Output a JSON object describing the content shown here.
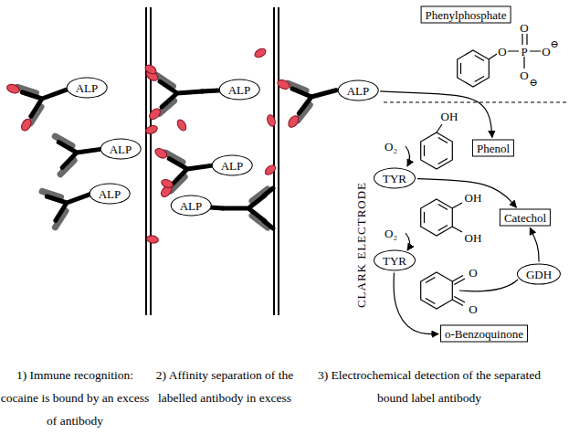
{
  "diagram": {
    "nodes": [
      {
        "text": [
          "ALP"
        ]
      },
      {
        "text": [
          "ALP"
        ]
      },
      {
        "text": [
          "ALP"
        ]
      },
      {
        "text": [
          "ALP"
        ]
      },
      {
        "text": [
          "ALP"
        ]
      },
      {
        "text": [
          "ALP"
        ]
      },
      {
        "text": [
          "ALP"
        ]
      },
      {
        "text": [
          "Phenylphosphate"
        ]
      },
      {
        "text": [
          "Phenol"
        ]
      },
      {
        "text": [
          "TYR"
        ]
      },
      {
        "text": [
          "Catechol"
        ]
      },
      {
        "text": [
          "TYR"
        ]
      },
      {
        "text": [
          "GDH"
        ]
      },
      {
        "text": [
          "o-Benzoquinone"
        ]
      }
    ],
    "edges": [
      {
        "from": 6,
        "to": 8,
        "arrow": "to"
      },
      {
        "from": 9,
        "to": 10,
        "arrow": "to"
      },
      {
        "from": 11,
        "to": 13,
        "arrow": "to"
      },
      {
        "from": 12,
        "to": 10,
        "arrow": "to"
      }
    ],
    "labels": [
      "O",
      "P",
      "O",
      "O",
      "⊖",
      "O",
      "⊖",
      "OH",
      "O₂",
      "OH",
      "OH",
      "O₂",
      "O",
      "O",
      "CLARK ELECTRODE",
      "1) Immune recognition: cocaine is bound by an excess of antibody",
      "2) Affinity separation of the labelled antibody in excess",
      "3) Electrochemical detection of the separated bound label antibody"
    ]
  }
}
